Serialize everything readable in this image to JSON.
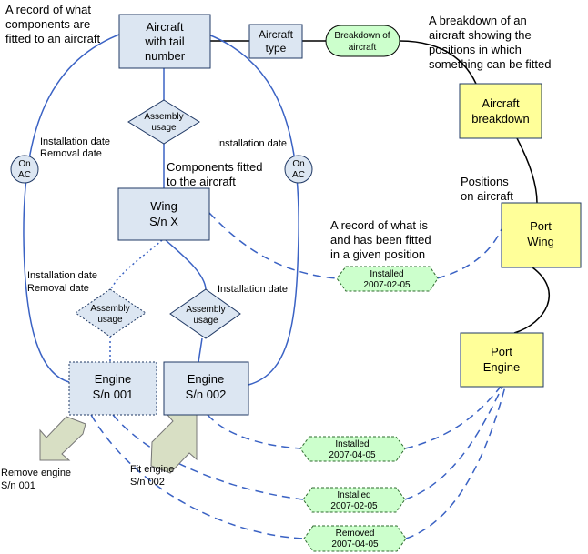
{
  "boxes": {
    "aircraft": [
      "Aircraft",
      "with tail",
      "number"
    ],
    "aircraft_type": [
      "Aircraft",
      "type"
    ],
    "breakdown_pill": [
      "Breakdown of",
      "aircraft"
    ],
    "aircraft_breakdown": [
      "Aircraft",
      "breakdown"
    ],
    "wing": [
      "Wing",
      "S/n X"
    ],
    "port_wing": [
      "Port",
      "Wing"
    ],
    "port_engine": [
      "Port",
      "Engine"
    ],
    "engine1": [
      "Engine",
      "S/n 001"
    ],
    "engine2": [
      "Engine",
      "S/n 002"
    ]
  },
  "diamonds": {
    "assembly_top": [
      "Assembly",
      "usage"
    ],
    "assembly_left": [
      "Assembly",
      "usage"
    ],
    "assembly_right": [
      "Assembly",
      "usage"
    ]
  },
  "circles": {
    "on_ac_left": [
      "On",
      "AC"
    ],
    "on_ac_right": [
      "On",
      "AC"
    ]
  },
  "hexes": {
    "installed_wing": [
      "Installed",
      "2007-02-05"
    ],
    "installed_e2": [
      "Installed",
      "2007-04-05"
    ],
    "installed_e1": [
      "Installed",
      "2007-02-05"
    ],
    "removed_e1": [
      "Removed",
      "2007-04-05"
    ]
  },
  "notes": {
    "record_components": [
      "A record of what",
      "components are",
      "fitted to an aircraft"
    ],
    "breakdown_desc": [
      "A breakdown of an",
      "aircraft showing the",
      "positions in which",
      "something can be fitted"
    ],
    "install_removal_left": [
      "Installation date",
      "Removal date"
    ],
    "installation_right": [
      "Installation date"
    ],
    "components_fitted": [
      "Components fitted",
      "to the aircraft"
    ],
    "positions": [
      "Positions",
      "on aircraft"
    ],
    "record_fitted": [
      "A record of what is",
      "and has been fitted",
      "in a given position"
    ],
    "install_removal_wing": [
      "Installation date",
      "Removal date"
    ],
    "installation_wing": [
      "Installation date"
    ],
    "remove_engine": [
      "Remove engine",
      "S/n 001"
    ],
    "fit_engine": [
      "Fit engine",
      "S/n 002"
    ]
  },
  "colors": {
    "entity_fill": "#dce6f2",
    "entity_stroke": "#1f3864",
    "position_fill": "#ffff99",
    "green_fill": "#ccffcc",
    "line_blue": "#3a62c4",
    "arrow_fill": "#d8dfc4"
  }
}
